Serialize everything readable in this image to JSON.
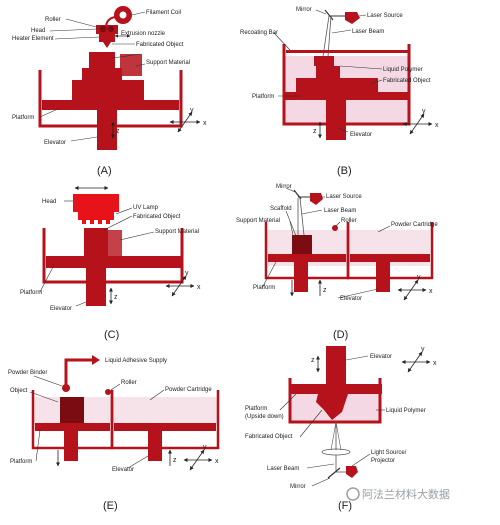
{
  "colors": {
    "part": "#b5121b",
    "liquid": "#f4d9e4",
    "powder": "#f6e3ea",
    "line": "#333333"
  },
  "panels": {
    "A": {
      "caption": "(A)",
      "labels": {
        "roller": "Roller",
        "filament_coil": "Filament Coil",
        "head": "Head",
        "heater": "Heater Element",
        "nozzle": "Extrusion nozzle",
        "fabricated": "Fabricated Object",
        "support": "Support Material",
        "platform": "Platform",
        "elevator": "Elevator"
      }
    },
    "B": {
      "caption": "(B)",
      "labels": {
        "mirror": "Mirror",
        "laser_source": "Laser Source",
        "laser_beam": "Laser Beam",
        "recoating": "Recoating Bar",
        "liquid_polymer": "Liquid Polymer",
        "fabricated": "Fabricated Object",
        "platform": "Platform",
        "elevator": "Elevator"
      }
    },
    "C": {
      "caption": "(C)",
      "labels": {
        "head": "Head",
        "uv_lamp": "UV Lamp",
        "fabricated": "Fabricated Object",
        "support": "Support Material",
        "platform": "Platform",
        "elevator": "Elevator"
      }
    },
    "D": {
      "caption": "(D)",
      "labels": {
        "mirror": "Mirror",
        "laser_source": "Laser Source",
        "scaffold": "Scaffold",
        "laser_beam": "Laser Beam",
        "support": "Support Material",
        "roller": "Roller",
        "powder_cartridge": "Powder Cartridge",
        "platform": "Platform",
        "elevator": "Elevator"
      }
    },
    "E": {
      "caption": "(E)",
      "labels": {
        "liquid_adhesive": "Liquid Adhesive Supply",
        "powder_binder": "Powder Binder",
        "object": "Object",
        "roller": "Roller",
        "powder_cartridge": "Powder Cartridge",
        "platform": "Platform",
        "elevator": "Elevator"
      }
    },
    "F": {
      "caption": "(F)",
      "labels": {
        "elevator": "Elevator",
        "platform": "Platform",
        "upside_down": "(Upside down)",
        "liquid_polymer": "Liquid Polymer",
        "fabricated": "Fabricated Object",
        "light_source": "Light Source/",
        "projector": "Projector",
        "laser_beam": "Laser Beam",
        "mirror": "Mirror"
      }
    }
  },
  "axes": {
    "x": "x",
    "y": "y",
    "z": "z"
  },
  "watermark": "阿法兰材料大数据"
}
